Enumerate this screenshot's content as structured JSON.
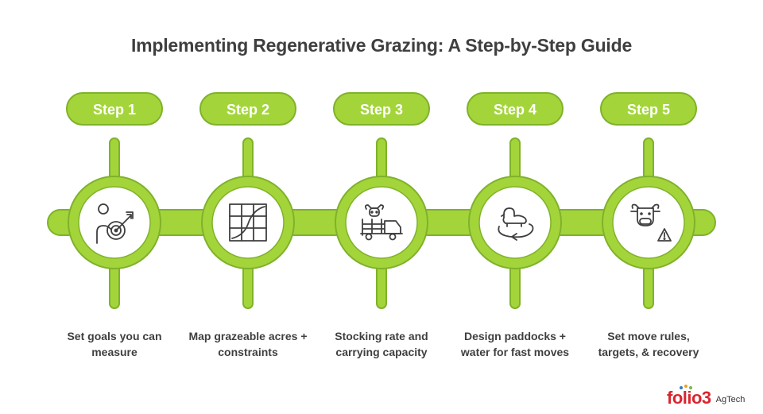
{
  "title": "Implementing Regenerative Grazing: A Step-by-Step Guide",
  "colors": {
    "green": "#a3d53b",
    "green_dark": "#7fb22a",
    "text": "#3f3f3f",
    "icon": "#3f3f3f",
    "logo_red": "#d9262f"
  },
  "steps": [
    {
      "label": "Step 1",
      "icon": "target-goal-icon",
      "desc_line1": "Set goals you can",
      "desc_line2": "measure"
    },
    {
      "label": "Step 2",
      "icon": "map-grid-icon",
      "desc_line1": "Map grazeable acres +",
      "desc_line2": "constraints"
    },
    {
      "label": "Step 3",
      "icon": "livestock-truck-icon",
      "desc_line1": "Stocking rate and",
      "desc_line2": "carrying capacity"
    },
    {
      "label": "Step 4",
      "icon": "sheep-rotation-icon",
      "desc_line1": "Design paddocks +",
      "desc_line2": "water for fast moves"
    },
    {
      "label": "Step 5",
      "icon": "cow-warning-icon",
      "desc_line1": "Set move rules,",
      "desc_line2": "targets, & recovery"
    }
  ],
  "logo": {
    "main": "folio3",
    "sub": "AgTech"
  }
}
